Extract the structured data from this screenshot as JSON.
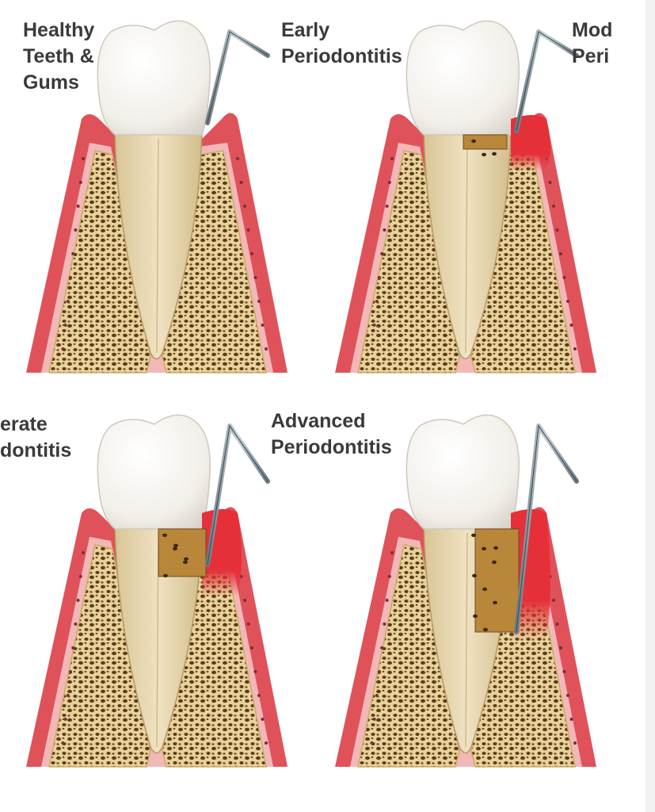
{
  "labels": {
    "healthy": [
      "Healthy",
      "Teeth &",
      "Gums"
    ],
    "early": [
      "Early",
      "Periodontitis"
    ],
    "moderate_right": [
      "Mod",
      "Peri"
    ],
    "moderate_left": [
      "erate",
      "dontitis"
    ],
    "advanced": [
      "Advanced",
      "Periodontitis"
    ]
  },
  "colors": {
    "gum": "#e0525a",
    "gum_light": "#f2b8b8",
    "inflamed": "#e5303a",
    "bone": "#e8d29a",
    "bone_pores": "#5a3d1c",
    "root": "#ead9b5",
    "enamel": "#f5f3ef",
    "tartar": "#b9873a",
    "probe": "#8a9aa3"
  },
  "panels": [
    {
      "id": "healthy",
      "stage": 0
    },
    {
      "id": "early",
      "stage": 1
    },
    {
      "id": "moderate",
      "stage": 2
    },
    {
      "id": "advanced",
      "stage": 3
    }
  ]
}
